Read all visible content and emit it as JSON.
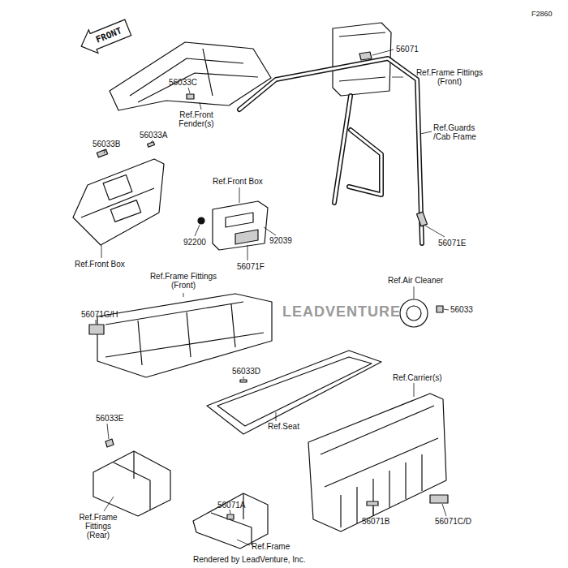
{
  "diagram": {
    "nodes": [
      {
        "text": [
          "FRONT"
        ]
      }
    ],
    "labels": [
      "F2860",
      "56033C",
      "56071",
      "Ref.Frame Fittings (Front)",
      "Ref.Front Fender(s)",
      "56033B",
      "56033A",
      "Ref.Guards /Cab Frame",
      "Ref.Front Box",
      "92200",
      "92039",
      "56071F",
      "56071E",
      "Ref.Front Box",
      "Ref.Frame Fittings (Front)",
      "56071G/H",
      "Ref.Air Cleaner",
      "56033",
      "LEADVENTURE",
      "56033D",
      "Ref.Carrier(s)",
      "Ref.Seat",
      "56033E",
      "56071A",
      "Ref.Frame Fittings (Rear)",
      "56071B",
      "56071C/D",
      "Ref.Frame",
      "Rendered by LeadVenture, Inc."
    ]
  }
}
